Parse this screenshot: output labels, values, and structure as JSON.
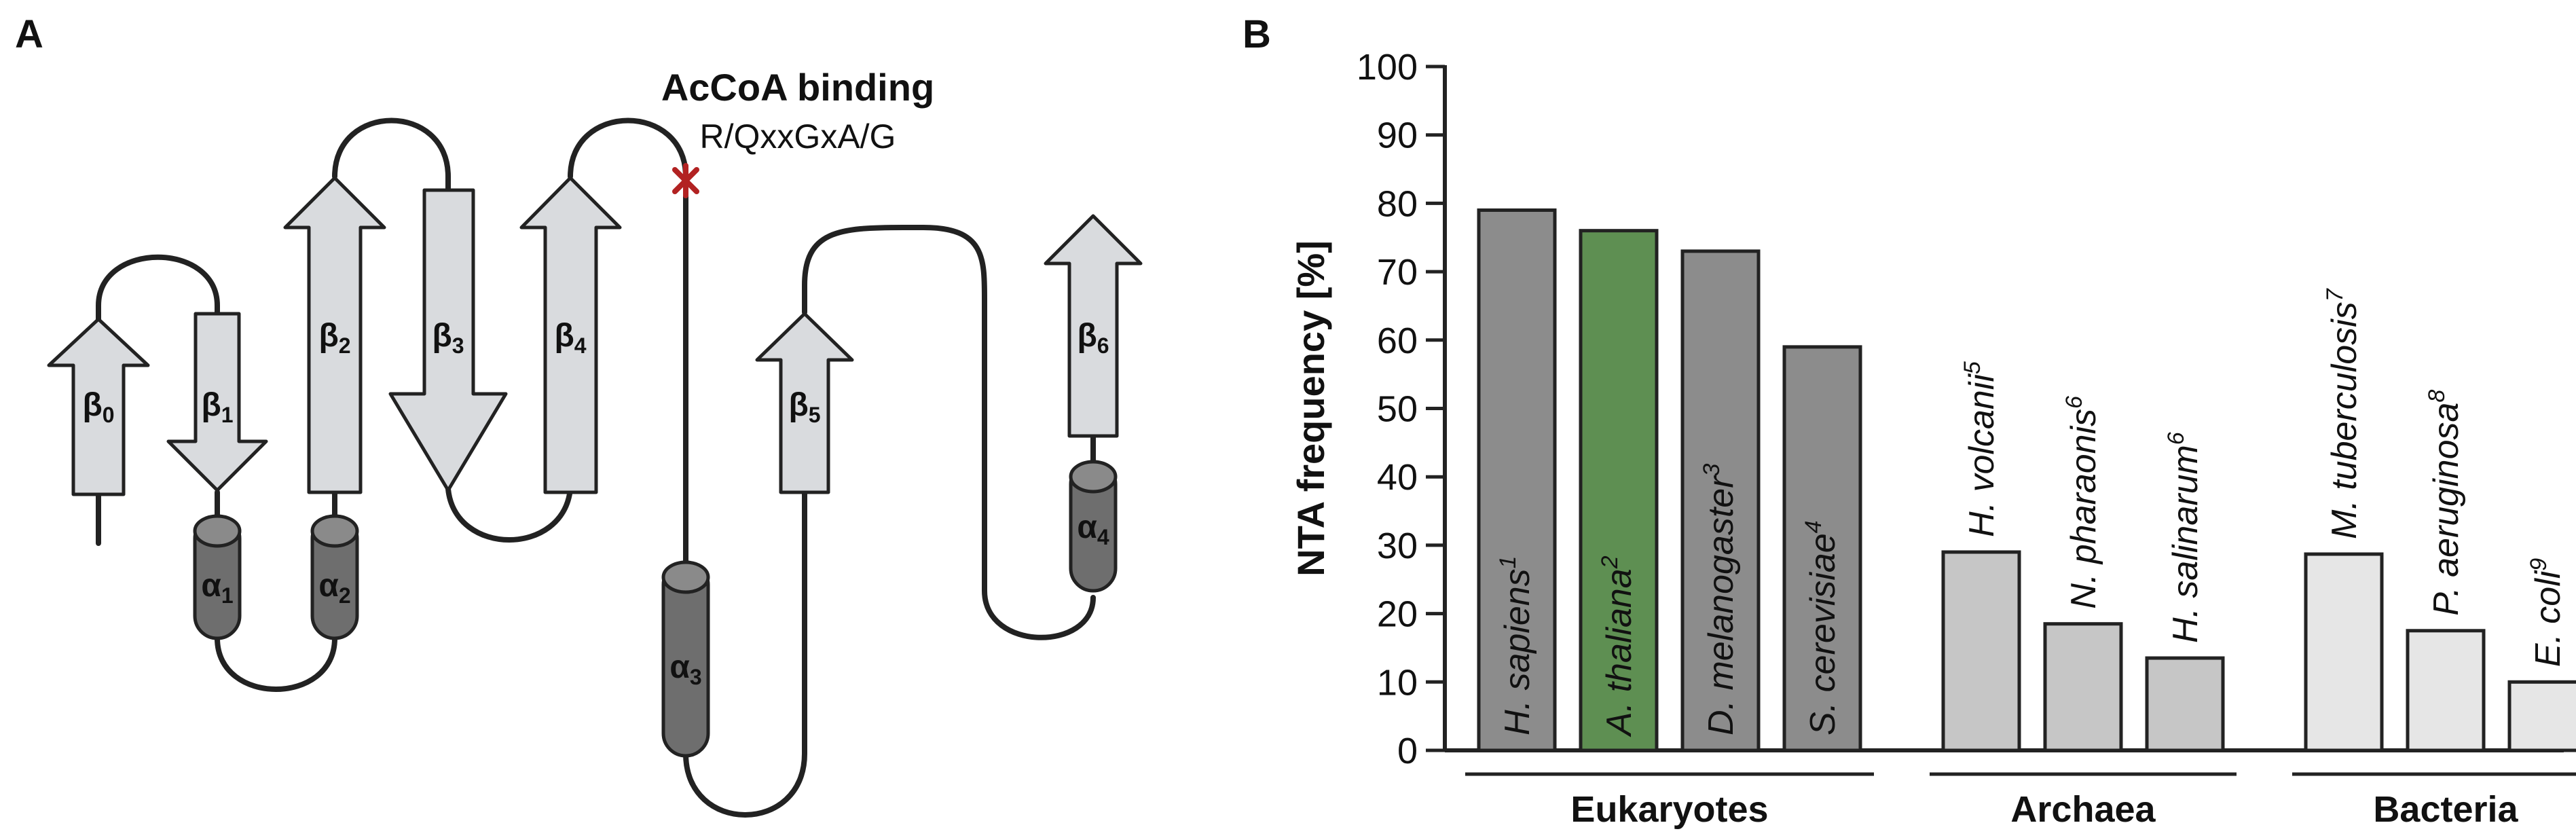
{
  "panels": {
    "a_letter": "A",
    "b_letter": "B"
  },
  "topology": {
    "strands": [
      {
        "base": "β",
        "sub": "0"
      },
      {
        "base": "β",
        "sub": "1"
      },
      {
        "base": "β",
        "sub": "2"
      },
      {
        "base": "β",
        "sub": "3"
      },
      {
        "base": "β",
        "sub": "4"
      },
      {
        "base": "β",
        "sub": "5"
      },
      {
        "base": "β",
        "sub": "6"
      }
    ],
    "helices": [
      {
        "base": "α",
        "sub": "1"
      },
      {
        "base": "α",
        "sub": "2"
      },
      {
        "base": "α",
        "sub": "3"
      },
      {
        "base": "α",
        "sub": "4"
      }
    ],
    "motif_title": "AcCoA binding",
    "motif_sequence": "R/QxxGxA/G",
    "marker_color": "#b22222"
  },
  "chart_data": {
    "type": "bar",
    "ylabel": "NTA frequency [%]",
    "ylim": [
      0,
      100
    ],
    "yticks": [
      0,
      10,
      20,
      30,
      40,
      50,
      60,
      70,
      80,
      90,
      100
    ],
    "bars": [
      {
        "name": "H. sapiens",
        "sup": "1",
        "value": 79,
        "group": "Eukaryotes",
        "color": "#8c8c8c"
      },
      {
        "name": "A. thaliana",
        "sup": "2",
        "value": 76,
        "group": "Eukaryotes",
        "color": "#5e8f52"
      },
      {
        "name": "D. melanogaster",
        "sup": "3",
        "value": 73,
        "group": "Eukaryotes",
        "color": "#8c8c8c"
      },
      {
        "name": "S. cerevisiae",
        "sup": "4",
        "value": 59,
        "group": "Eukaryotes",
        "color": "#8c8c8c"
      },
      {
        "name": "H. volcanii",
        "sup": "5",
        "value": 29,
        "group": "Archaea",
        "color": "#c6c6c6"
      },
      {
        "name": "N. pharaonis",
        "sup": "6",
        "value": 18.5,
        "group": "Archaea",
        "color": "#c6c6c6"
      },
      {
        "name": "H. salinarum",
        "sup": "6",
        "value": 13.5,
        "group": "Archaea",
        "color": "#c6c6c6"
      },
      {
        "name": "M. tuberculosis",
        "sup": "7",
        "value": 28.7,
        "group": "Bacteria",
        "color": "#e6e6e6"
      },
      {
        "name": "P. aeruginosa",
        "sup": "8",
        "value": 17.5,
        "group": "Bacteria",
        "color": "#e6e6e6"
      },
      {
        "name": "E. coli",
        "sup": "9",
        "value": 10,
        "group": "Bacteria",
        "color": "#e6e6e6"
      }
    ],
    "groups": [
      "Eukaryotes",
      "Archaea",
      "Bacteria"
    ]
  }
}
